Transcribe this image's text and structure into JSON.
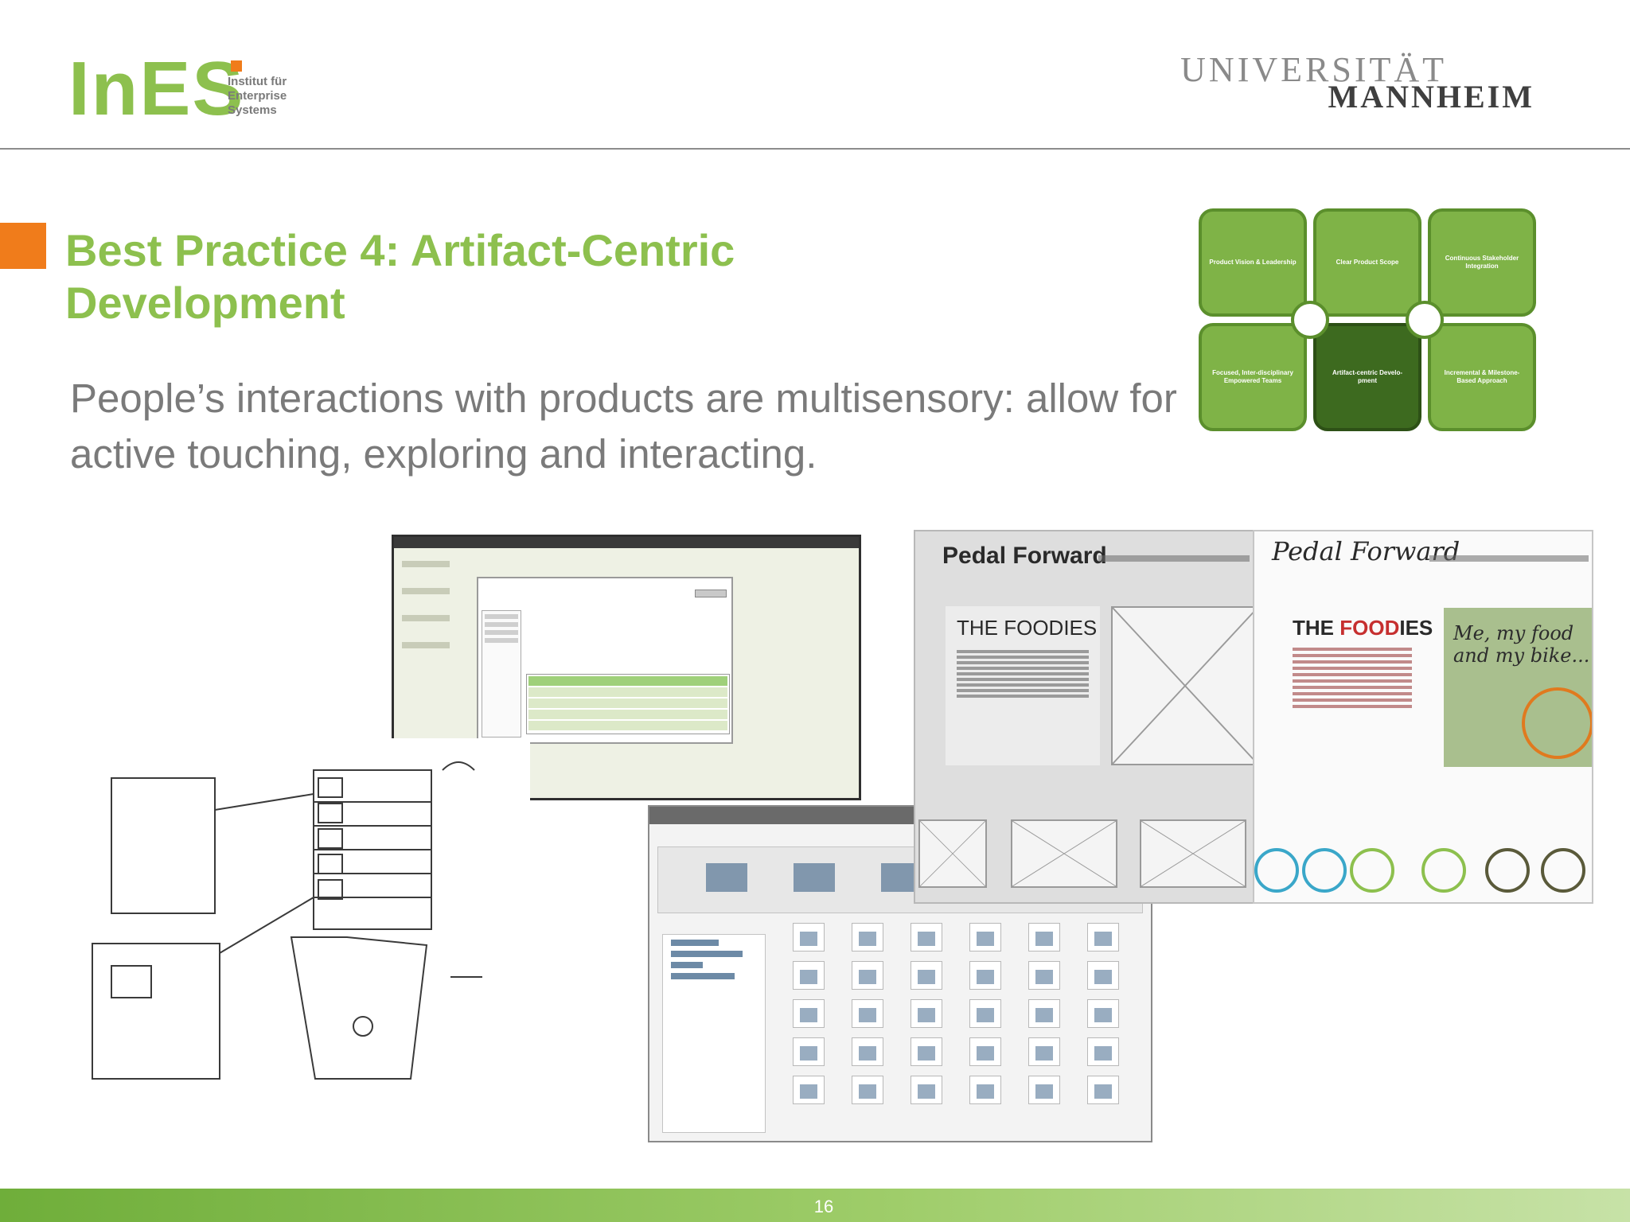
{
  "header": {
    "ines_logo": {
      "word": "InES",
      "sub": [
        "Institut für",
        "Enterprise",
        "Systems"
      ]
    },
    "uni_logo": {
      "line1": "UNIVERSITÄT",
      "line2": "MANNHEIM"
    }
  },
  "slide": {
    "title": "Best Practice 4: Artifact-Centric Development",
    "subtitle": "People’s interactions with products are multisensory: allow for active touching, exploring and interacting."
  },
  "practices": [
    {
      "label": "Product Vision & Leadership",
      "active": false
    },
    {
      "label": "Clear Product Scope",
      "active": false
    },
    {
      "label": "Continuous Stakeholder Integration",
      "active": false
    },
    {
      "label": "Focused, Inter-disciplinary Empowered Teams",
      "active": false
    },
    {
      "label": "Artifact-centric Develo-pment",
      "active": true
    },
    {
      "label": "Incremental & Milestone-Based Approach",
      "active": false
    }
  ],
  "collage": {
    "wireframe_brand": "Pedal Forward",
    "wireframe_heading": "THE FOODIES",
    "web_brand": "Pedal Forward",
    "web_heading_plain": "THE ",
    "web_heading_accent": "FOOD",
    "web_heading_rest": "IES",
    "poster_text": "Me, my food and my bike..."
  },
  "colors": {
    "brand_green": "#8dc04e",
    "dark_green": "#3d6a1f",
    "accent_orange": "#f07c1b"
  },
  "footer": {
    "page_number": "16"
  }
}
